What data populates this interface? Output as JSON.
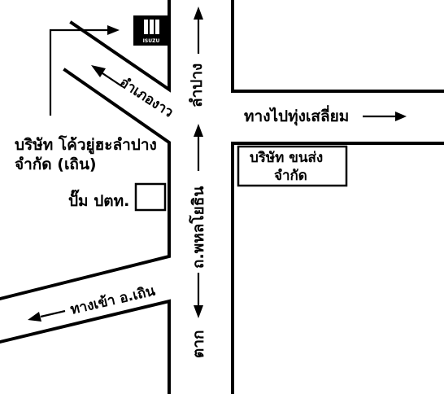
{
  "map": {
    "colors": {
      "ink": "#000000",
      "paper": "#ffffff"
    },
    "labels": {
      "lampang_top": "ลำปาง",
      "amphoe_ngao": "อำเภองาว",
      "to_thung_salium": "ทางไปทุ่งเสลี่ยม",
      "toyota_company_line1": "บริษัท โค้วยู่ฮะลำปาง",
      "toyota_company_line2": "จำกัด (เถิน)",
      "khonsong_company_line1": "บริษัท ขนส่ง",
      "khonsong_company_line2": "จำกัด",
      "ptt_station": "ปั๊ม ปตท.",
      "phahonyothin_road": "ถ.พหลโยธิน",
      "enter_thoen": "ทางเข้า อ.เถิน",
      "tak_bottom": "ตาก"
    },
    "logo": {
      "text": "ISUZU",
      "icon": "isuzu-logo-icon"
    }
  }
}
